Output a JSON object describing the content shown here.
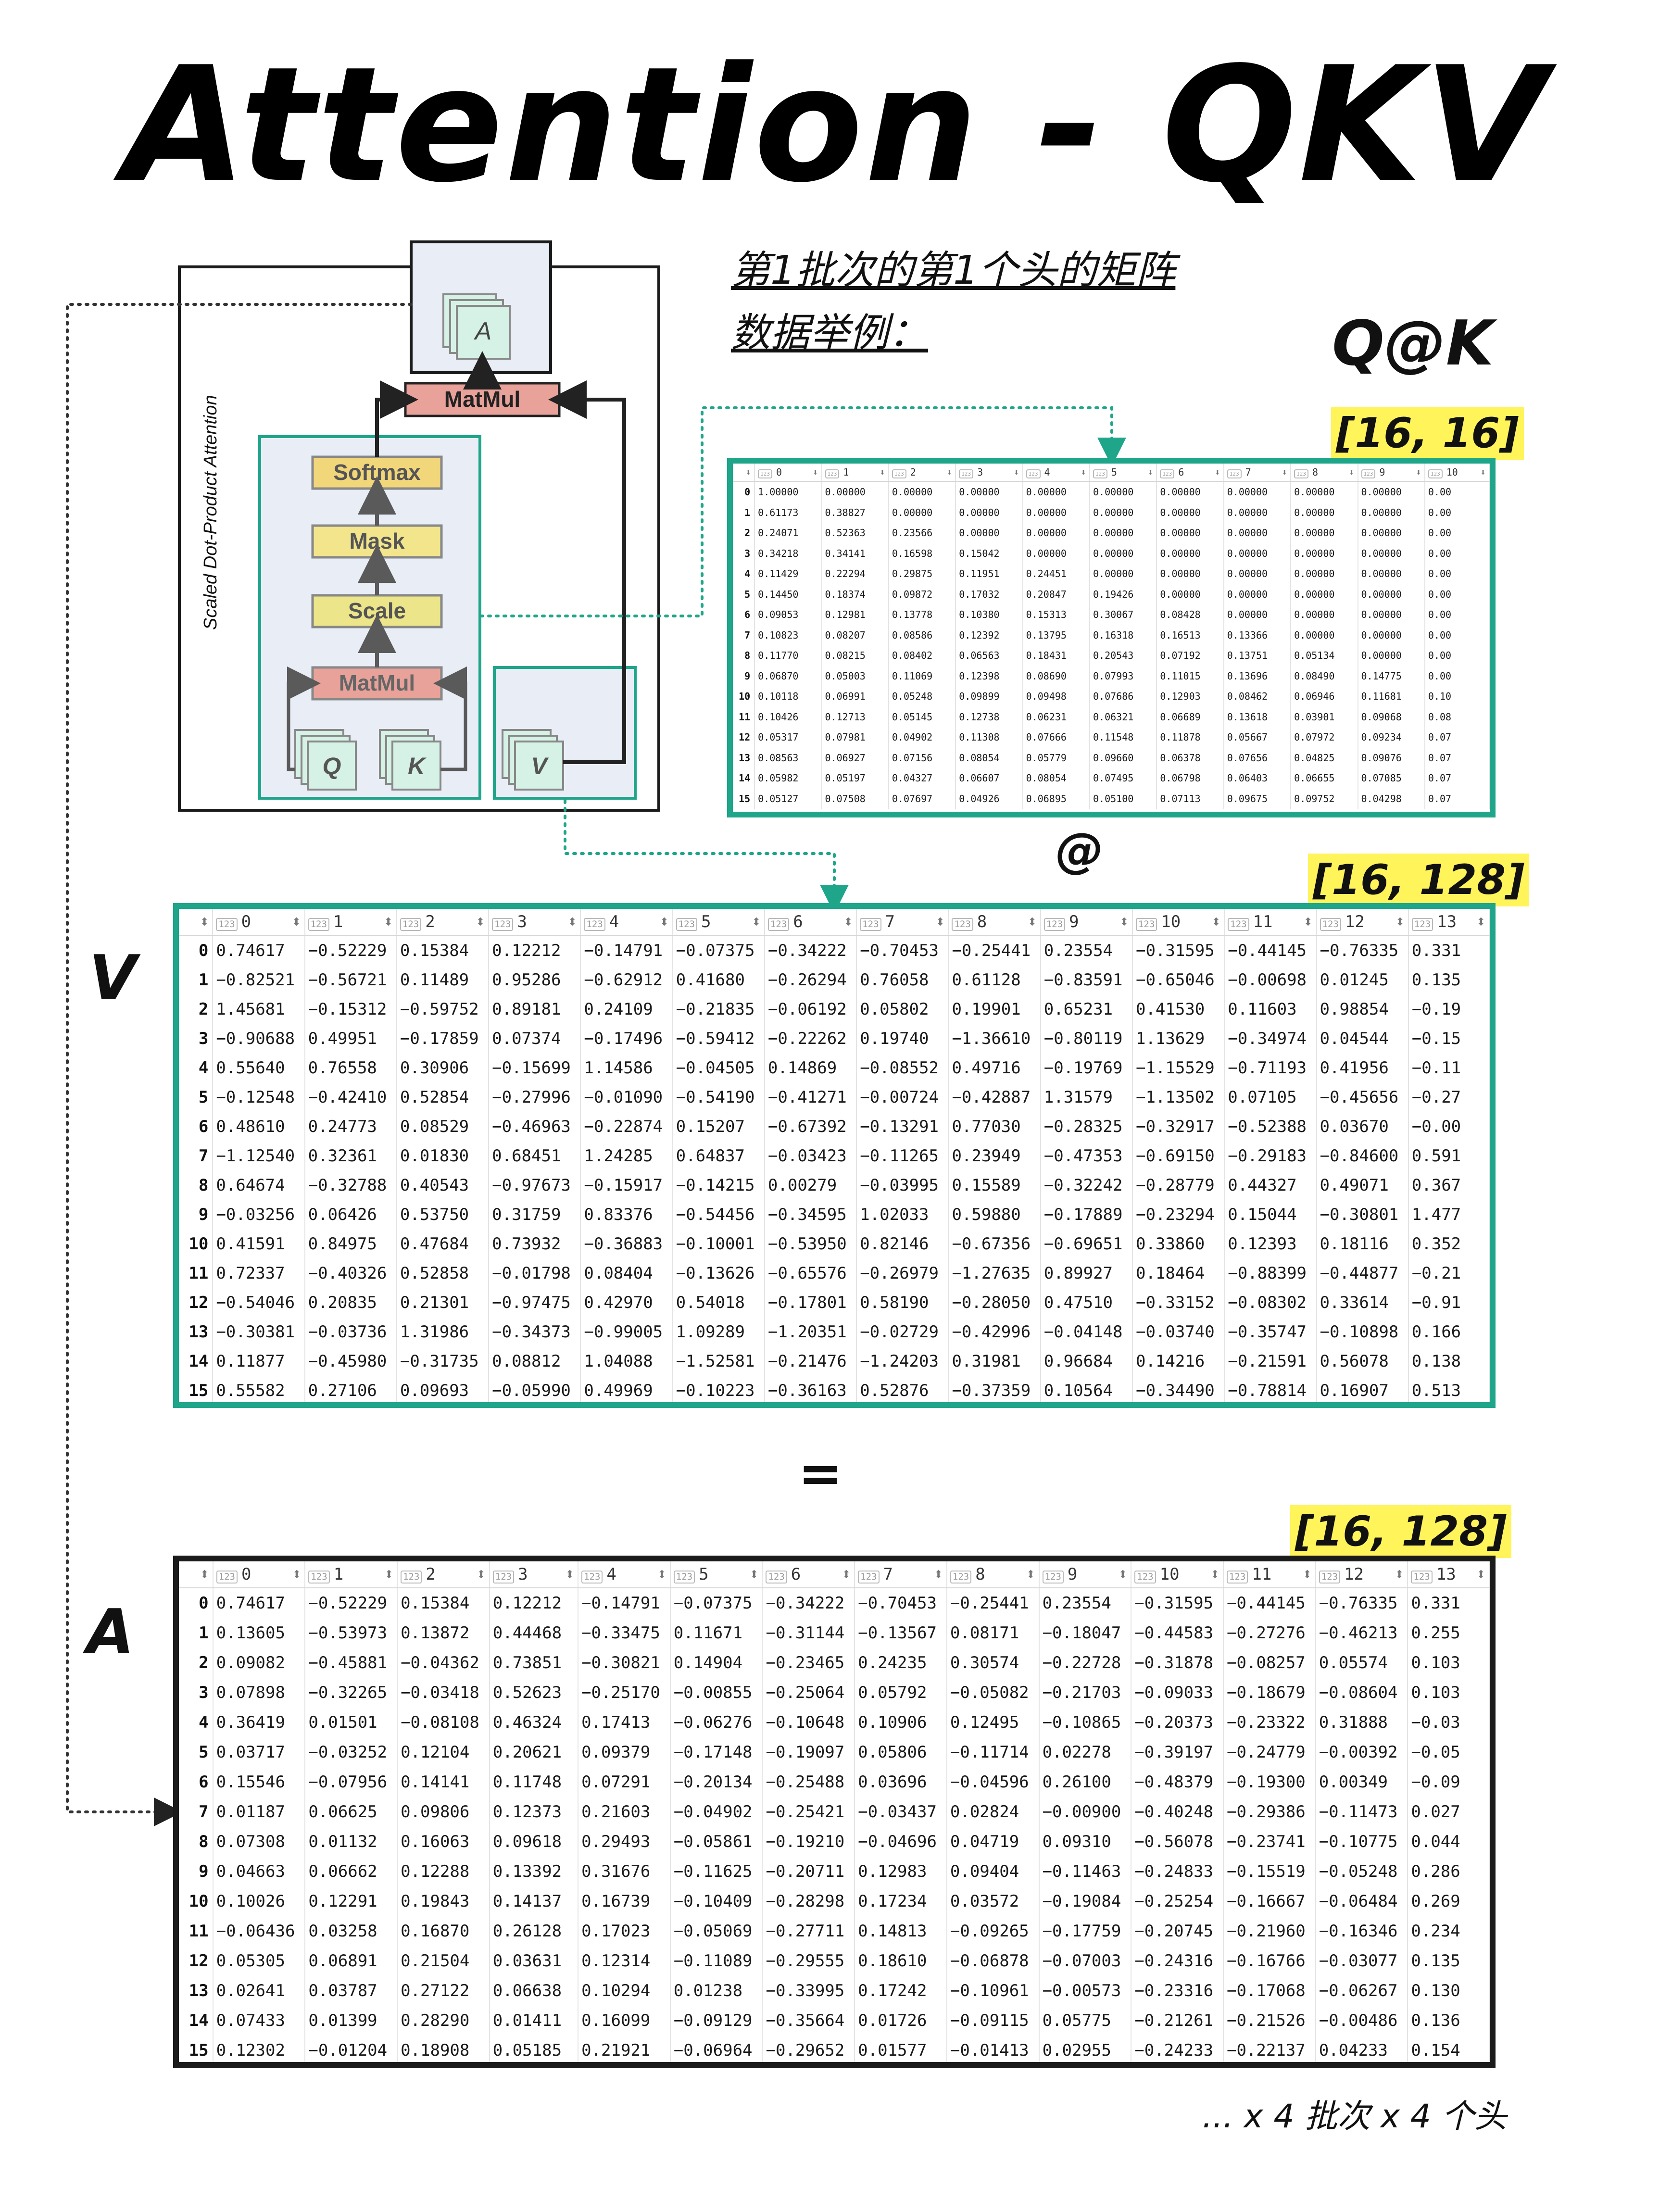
{
  "title": "Attention - QKV",
  "subtitle_line1": "第1批次的第1个头的矩阵",
  "subtitle_line2": "数据举例：",
  "diagram": {
    "vertical_label": "Scaled Dot-Product Attention",
    "out_label": "A",
    "matmul_top": "MatMul",
    "softmax": "Softmax",
    "mask": "Mask",
    "scale": "Scale",
    "matmul_bottom": "MatMul",
    "q": "Q",
    "k": "K",
    "v": "V",
    "colors": {
      "matmul": "#e8a29a",
      "softmax": "#f2d67a",
      "mask": "#f3e58c",
      "scale": "#ece589",
      "box_teal": "#1ea58a",
      "box_fill": "#e9eef6",
      "node_green": "#d6f1e6"
    }
  },
  "labels": {
    "qk": "Q@K",
    "at": "@",
    "eq": "=",
    "v_side": "V",
    "a_side": "A",
    "shape_qk": "[16, 16]",
    "shape_v": "[16, 128]",
    "shape_a": "[16, 128]",
    "ellipsis": "... x 4 批次 x 4 个头"
  },
  "table_icons": {
    "type_icon": "123",
    "sort_icon": "⬍"
  },
  "qk_matrix": {
    "columns": [
      "0",
      "1",
      "2",
      "3",
      "4",
      "5",
      "6",
      "7",
      "8",
      "9",
      "10"
    ],
    "rows": [
      [
        "0",
        "1.00000",
        "0.00000",
        "0.00000",
        "0.00000",
        "0.00000",
        "0.00000",
        "0.00000",
        "0.00000",
        "0.00000",
        "0.00000",
        "0.00"
      ],
      [
        "1",
        "0.61173",
        "0.38827",
        "0.00000",
        "0.00000",
        "0.00000",
        "0.00000",
        "0.00000",
        "0.00000",
        "0.00000",
        "0.00000",
        "0.00"
      ],
      [
        "2",
        "0.24071",
        "0.52363",
        "0.23566",
        "0.00000",
        "0.00000",
        "0.00000",
        "0.00000",
        "0.00000",
        "0.00000",
        "0.00000",
        "0.00"
      ],
      [
        "3",
        "0.34218",
        "0.34141",
        "0.16598",
        "0.15042",
        "0.00000",
        "0.00000",
        "0.00000",
        "0.00000",
        "0.00000",
        "0.00000",
        "0.00"
      ],
      [
        "4",
        "0.11429",
        "0.22294",
        "0.29875",
        "0.11951",
        "0.24451",
        "0.00000",
        "0.00000",
        "0.00000",
        "0.00000",
        "0.00000",
        "0.00"
      ],
      [
        "5",
        "0.14450",
        "0.18374",
        "0.09872",
        "0.17032",
        "0.20847",
        "0.19426",
        "0.00000",
        "0.00000",
        "0.00000",
        "0.00000",
        "0.00"
      ],
      [
        "6",
        "0.09053",
        "0.12981",
        "0.13778",
        "0.10380",
        "0.15313",
        "0.30067",
        "0.08428",
        "0.00000",
        "0.00000",
        "0.00000",
        "0.00"
      ],
      [
        "7",
        "0.10823",
        "0.08207",
        "0.08586",
        "0.12392",
        "0.13795",
        "0.16318",
        "0.16513",
        "0.13366",
        "0.00000",
        "0.00000",
        "0.00"
      ],
      [
        "8",
        "0.11770",
        "0.08215",
        "0.08402",
        "0.06563",
        "0.18431",
        "0.20543",
        "0.07192",
        "0.13751",
        "0.05134",
        "0.00000",
        "0.00"
      ],
      [
        "9",
        "0.06870",
        "0.05003",
        "0.11069",
        "0.12398",
        "0.08690",
        "0.07993",
        "0.11015",
        "0.13696",
        "0.08490",
        "0.14775",
        "0.00"
      ],
      [
        "10",
        "0.10118",
        "0.06991",
        "0.05248",
        "0.09899",
        "0.09498",
        "0.07686",
        "0.12903",
        "0.08462",
        "0.06946",
        "0.11681",
        "0.10"
      ],
      [
        "11",
        "0.10426",
        "0.12713",
        "0.05145",
        "0.12738",
        "0.06231",
        "0.06321",
        "0.06689",
        "0.13618",
        "0.03901",
        "0.09068",
        "0.08"
      ],
      [
        "12",
        "0.05317",
        "0.07981",
        "0.04902",
        "0.11308",
        "0.07666",
        "0.11548",
        "0.11878",
        "0.05667",
        "0.07972",
        "0.09234",
        "0.07"
      ],
      [
        "13",
        "0.08563",
        "0.06927",
        "0.07156",
        "0.08054",
        "0.05779",
        "0.09660",
        "0.06378",
        "0.07656",
        "0.04825",
        "0.09076",
        "0.07"
      ],
      [
        "14",
        "0.05982",
        "0.05197",
        "0.04327",
        "0.06607",
        "0.08054",
        "0.07495",
        "0.06798",
        "0.06403",
        "0.06655",
        "0.07085",
        "0.07"
      ],
      [
        "15",
        "0.05127",
        "0.07508",
        "0.07697",
        "0.04926",
        "0.06895",
        "0.05100",
        "0.07113",
        "0.09675",
        "0.09752",
        "0.04298",
        "0.07"
      ]
    ]
  },
  "v_matrix": {
    "columns": [
      "0",
      "1",
      "2",
      "3",
      "4",
      "5",
      "6",
      "7",
      "8",
      "9",
      "10",
      "11",
      "12",
      "13"
    ],
    "rows": [
      [
        "0",
        "0.74617",
        "−0.52229",
        "0.15384",
        "0.12212",
        "−0.14791",
        "−0.07375",
        "−0.34222",
        "−0.70453",
        "−0.25441",
        "0.23554",
        "−0.31595",
        "−0.44145",
        "−0.76335",
        "0.331"
      ],
      [
        "1",
        "−0.82521",
        "−0.56721",
        "0.11489",
        "0.95286",
        "−0.62912",
        "0.41680",
        "−0.26294",
        "0.76058",
        "0.61128",
        "−0.83591",
        "−0.65046",
        "−0.00698",
        "0.01245",
        "0.135"
      ],
      [
        "2",
        "1.45681",
        "−0.15312",
        "−0.59752",
        "0.89181",
        "0.24109",
        "−0.21835",
        "−0.06192",
        "0.05802",
        "0.19901",
        "0.65231",
        "0.41530",
        "0.11603",
        "0.98854",
        "−0.19"
      ],
      [
        "3",
        "−0.90688",
        "0.49951",
        "−0.17859",
        "0.07374",
        "−0.17496",
        "−0.59412",
        "−0.22262",
        "0.19740",
        "−1.36610",
        "−0.80119",
        "1.13629",
        "−0.34974",
        "0.04544",
        "−0.15"
      ],
      [
        "4",
        "0.55640",
        "0.76558",
        "0.30906",
        "−0.15699",
        "1.14586",
        "−0.04505",
        "0.14869",
        "−0.08552",
        "0.49716",
        "−0.19769",
        "−1.15529",
        "−0.71193",
        "0.41956",
        "−0.11"
      ],
      [
        "5",
        "−0.12548",
        "−0.42410",
        "0.52854",
        "−0.27996",
        "−0.01090",
        "−0.54190",
        "−0.41271",
        "−0.00724",
        "−0.42887",
        "1.31579",
        "−1.13502",
        "0.07105",
        "−0.45656",
        "−0.27"
      ],
      [
        "6",
        "0.48610",
        "0.24773",
        "0.08529",
        "−0.46963",
        "−0.22874",
        "0.15207",
        "−0.67392",
        "−0.13291",
        "0.77030",
        "−0.28325",
        "−0.32917",
        "−0.52388",
        "0.03670",
        "−0.00"
      ],
      [
        "7",
        "−1.12540",
        "0.32361",
        "0.01830",
        "0.68451",
        "1.24285",
        "0.64837",
        "−0.03423",
        "−0.11265",
        "0.23949",
        "−0.47353",
        "−0.69150",
        "−0.29183",
        "−0.84600",
        "0.591"
      ],
      [
        "8",
        "0.64674",
        "−0.32788",
        "0.40543",
        "−0.97673",
        "−0.15917",
        "−0.14215",
        "0.00279",
        "−0.03995",
        "0.15589",
        "−0.32242",
        "−0.28779",
        "0.44327",
        "0.49071",
        "0.367"
      ],
      [
        "9",
        "−0.03256",
        "0.06426",
        "0.53750",
        "0.31759",
        "0.83376",
        "−0.54456",
        "−0.34595",
        "1.02033",
        "0.59880",
        "−0.17889",
        "−0.23294",
        "0.15044",
        "−0.30801",
        "1.477"
      ],
      [
        "10",
        "0.41591",
        "0.84975",
        "0.47684",
        "0.73932",
        "−0.36883",
        "−0.10001",
        "−0.53950",
        "0.82146",
        "−0.67356",
        "−0.69651",
        "0.33860",
        "0.12393",
        "0.18116",
        "0.352"
      ],
      [
        "11",
        "0.72337",
        "−0.40326",
        "0.52858",
        "−0.01798",
        "0.08404",
        "−0.13626",
        "−0.65576",
        "−0.26979",
        "−1.27635",
        "0.89927",
        "0.18464",
        "−0.88399",
        "−0.44877",
        "−0.21"
      ],
      [
        "12",
        "−0.54046",
        "0.20835",
        "0.21301",
        "−0.97475",
        "0.42970",
        "0.54018",
        "−0.17801",
        "0.58190",
        "−0.28050",
        "0.47510",
        "−0.33152",
        "−0.08302",
        "0.33614",
        "−0.91"
      ],
      [
        "13",
        "−0.30381",
        "−0.03736",
        "1.31986",
        "−0.34373",
        "−0.99005",
        "1.09289",
        "−1.20351",
        "−0.02729",
        "−0.42996",
        "−0.04148",
        "−0.03740",
        "−0.35747",
        "−0.10898",
        "0.166"
      ],
      [
        "14",
        "0.11877",
        "−0.45980",
        "−0.31735",
        "0.08812",
        "1.04088",
        "−1.52581",
        "−0.21476",
        "−1.24203",
        "0.31981",
        "0.96684",
        "0.14216",
        "−0.21591",
        "0.56078",
        "0.138"
      ],
      [
        "15",
        "0.55582",
        "0.27106",
        "0.09693",
        "−0.05990",
        "0.49969",
        "−0.10223",
        "−0.36163",
        "0.52876",
        "−0.37359",
        "0.10564",
        "−0.34490",
        "−0.78814",
        "0.16907",
        "0.513"
      ]
    ]
  },
  "a_matrix": {
    "columns": [
      "0",
      "1",
      "2",
      "3",
      "4",
      "5",
      "6",
      "7",
      "8",
      "9",
      "10",
      "11",
      "12",
      "13"
    ],
    "rows": [
      [
        "0",
        "0.74617",
        "−0.52229",
        "0.15384",
        "0.12212",
        "−0.14791",
        "−0.07375",
        "−0.34222",
        "−0.70453",
        "−0.25441",
        "0.23554",
        "−0.31595",
        "−0.44145",
        "−0.76335",
        "0.331"
      ],
      [
        "1",
        "0.13605",
        "−0.53973",
        "0.13872",
        "0.44468",
        "−0.33475",
        "0.11671",
        "−0.31144",
        "−0.13567",
        "0.08171",
        "−0.18047",
        "−0.44583",
        "−0.27276",
        "−0.46213",
        "0.255"
      ],
      [
        "2",
        "0.09082",
        "−0.45881",
        "−0.04362",
        "0.73851",
        "−0.30821",
        "0.14904",
        "−0.23465",
        "0.24235",
        "0.30574",
        "−0.22728",
        "−0.31878",
        "−0.08257",
        "0.05574",
        "0.103"
      ],
      [
        "3",
        "0.07898",
        "−0.32265",
        "−0.03418",
        "0.52623",
        "−0.25170",
        "−0.00855",
        "−0.25064",
        "0.05792",
        "−0.05082",
        "−0.21703",
        "−0.09033",
        "−0.18679",
        "−0.08604",
        "0.103"
      ],
      [
        "4",
        "0.36419",
        "0.01501",
        "−0.08108",
        "0.46324",
        "0.17413",
        "−0.06276",
        "−0.10648",
        "0.10906",
        "0.12495",
        "−0.10865",
        "−0.20373",
        "−0.23322",
        "0.31888",
        "−0.03"
      ],
      [
        "5",
        "0.03717",
        "−0.03252",
        "0.12104",
        "0.20621",
        "0.09379",
        "−0.17148",
        "−0.19097",
        "0.05806",
        "−0.11714",
        "0.02278",
        "−0.39197",
        "−0.24779",
        "−0.00392",
        "−0.05"
      ],
      [
        "6",
        "0.15546",
        "−0.07956",
        "0.14141",
        "0.11748",
        "0.07291",
        "−0.20134",
        "−0.25488",
        "0.03696",
        "−0.04596",
        "0.26100",
        "−0.48379",
        "−0.19300",
        "0.00349",
        "−0.09"
      ],
      [
        "7",
        "0.01187",
        "0.06625",
        "0.09806",
        "0.12373",
        "0.21603",
        "−0.04902",
        "−0.25421",
        "−0.03437",
        "0.02824",
        "−0.00900",
        "−0.40248",
        "−0.29386",
        "−0.11473",
        "0.027"
      ],
      [
        "8",
        "0.07308",
        "0.01132",
        "0.16063",
        "0.09618",
        "0.29493",
        "−0.05861",
        "−0.19210",
        "−0.04696",
        "0.04719",
        "0.09310",
        "−0.56078",
        "−0.23741",
        "−0.10775",
        "0.044"
      ],
      [
        "9",
        "0.04663",
        "0.06662",
        "0.12288",
        "0.13392",
        "0.31676",
        "−0.11625",
        "−0.20711",
        "0.12983",
        "0.09404",
        "−0.11463",
        "−0.24833",
        "−0.15519",
        "−0.05248",
        "0.286"
      ],
      [
        "10",
        "0.10026",
        "0.12291",
        "0.19843",
        "0.14137",
        "0.16739",
        "−0.10409",
        "−0.28298",
        "0.17234",
        "0.03572",
        "−0.19084",
        "−0.25254",
        "−0.16667",
        "−0.06484",
        "0.269"
      ],
      [
        "11",
        "−0.06436",
        "0.03258",
        "0.16870",
        "0.26128",
        "0.17023",
        "−0.05069",
        "−0.27711",
        "0.14813",
        "−0.09265",
        "−0.17759",
        "−0.20745",
        "−0.21960",
        "−0.16346",
        "0.234"
      ],
      [
        "12",
        "0.05305",
        "0.06891",
        "0.21504",
        "0.03631",
        "0.12314",
        "−0.11089",
        "−0.29555",
        "0.18610",
        "−0.06878",
        "−0.07003",
        "−0.24316",
        "−0.16766",
        "−0.03077",
        "0.135"
      ],
      [
        "13",
        "0.02641",
        "0.03787",
        "0.27122",
        "0.06638",
        "0.10294",
        "0.01238",
        "−0.33995",
        "0.17242",
        "−0.10961",
        "−0.00573",
        "−0.23316",
        "−0.17068",
        "−0.06267",
        "0.130"
      ],
      [
        "14",
        "0.07433",
        "0.01399",
        "0.28290",
        "0.01411",
        "0.16099",
        "−0.09129",
        "−0.35664",
        "0.01726",
        "−0.09115",
        "0.05775",
        "−0.21261",
        "−0.21526",
        "−0.00486",
        "0.136"
      ],
      [
        "15",
        "0.12302",
        "−0.01204",
        "0.18908",
        "0.05185",
        "0.21921",
        "−0.06964",
        "−0.29652",
        "0.01577",
        "−0.01413",
        "0.02955",
        "−0.24233",
        "−0.22137",
        "0.04233",
        "0.154"
      ]
    ]
  }
}
